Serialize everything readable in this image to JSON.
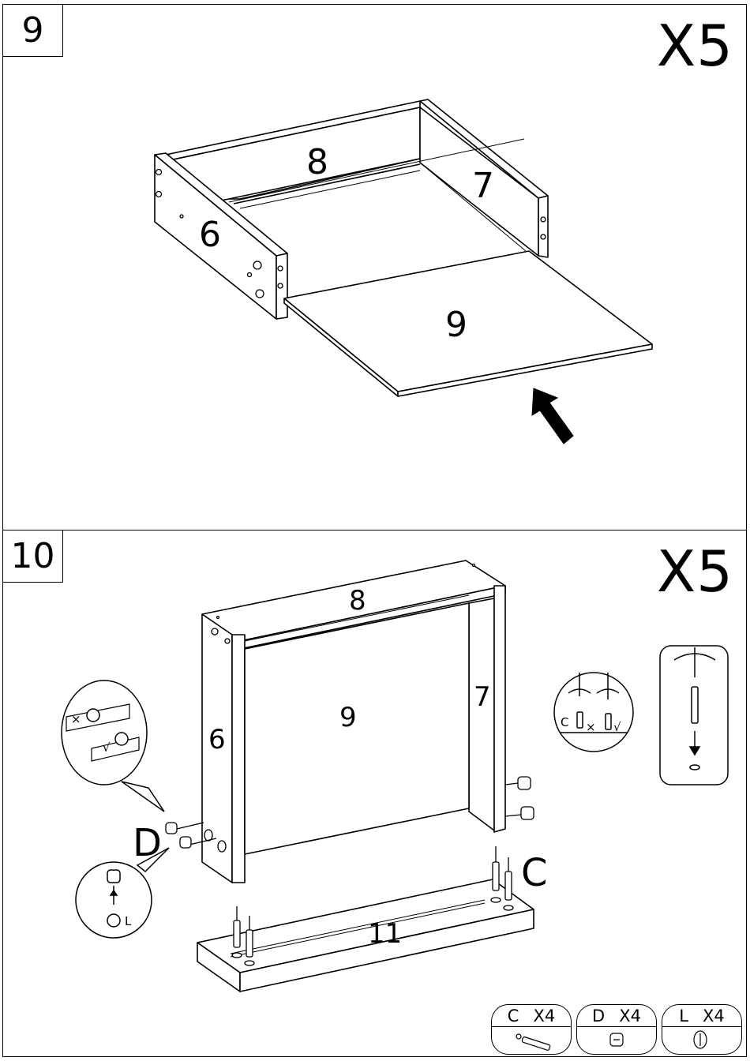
{
  "steps": [
    {
      "number": "9",
      "quantity": "X5",
      "parts": {
        "back": "8",
        "right_side": "7",
        "left_side": "6",
        "bottom": "9"
      }
    },
    {
      "number": "10",
      "quantity": "X5",
      "parts": {
        "top": "8",
        "right_side": "7",
        "left_side": "6",
        "bottom_panel": "9",
        "base": "11"
      },
      "callouts": {
        "cam_letter": "D",
        "dowel_letter": "C",
        "detail_dowel_letter": "C",
        "wrong_mark": "×",
        "right_mark": "√",
        "cam_hole_letter": "L"
      }
    }
  ],
  "legend": [
    {
      "letter": "C",
      "quantity": "X4",
      "icon": "cam-dowel-icon"
    },
    {
      "letter": "D",
      "quantity": "X4",
      "icon": "cam-lock-icon"
    },
    {
      "letter": "L",
      "quantity": "X4",
      "icon": "screw-head-icon"
    }
  ]
}
